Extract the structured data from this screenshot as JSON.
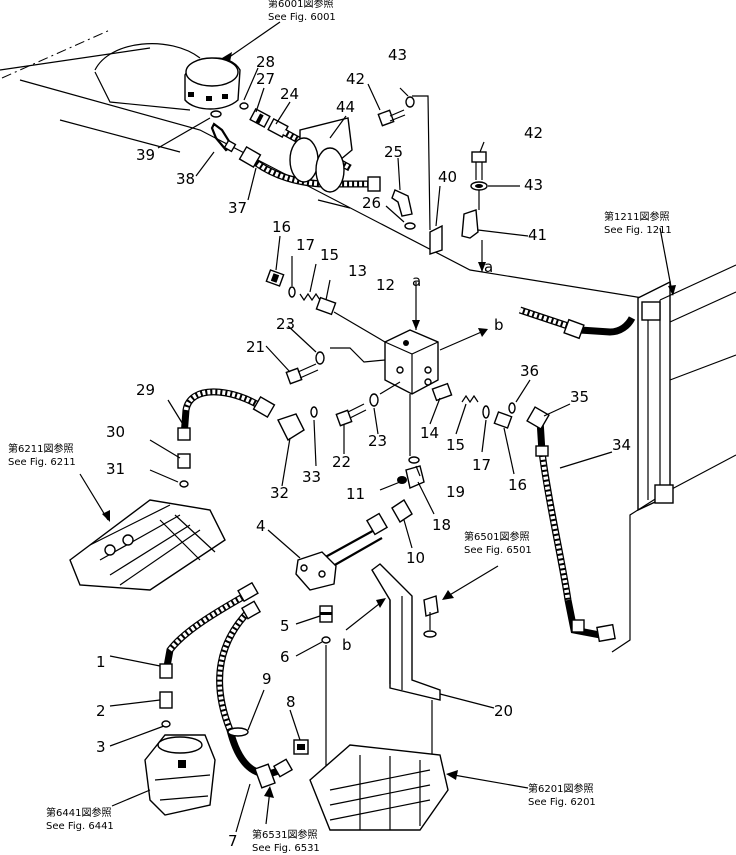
{
  "references": [
    {
      "id": "ref6001",
      "jp": "第6001図参照",
      "en": "See Fig. 6001"
    },
    {
      "id": "ref1211",
      "jp": "第1211図参照",
      "en": "See Fig. 1211"
    },
    {
      "id": "ref6211",
      "jp": "第6211図参照",
      "en": "See Fig. 6211"
    },
    {
      "id": "ref6501",
      "jp": "第6501図参照",
      "en": "See Fig. 6501"
    },
    {
      "id": "ref6441",
      "jp": "第6441図参照",
      "en": "See Fig. 6441"
    },
    {
      "id": "ref6531",
      "jp": "第6531図参照",
      "en": "See Fig. 6531"
    },
    {
      "id": "ref6201",
      "jp": "第6201図参照",
      "en": "See Fig. 6201"
    }
  ],
  "part_labels": [
    "1",
    "2",
    "3",
    "4",
    "5",
    "6",
    "7",
    "8",
    "9",
    "10",
    "11",
    "12",
    "13",
    "14",
    "15",
    "15",
    "16",
    "16",
    "17",
    "17",
    "18",
    "19",
    "20",
    "21",
    "22",
    "23",
    "23",
    "24",
    "25",
    "26",
    "27",
    "28",
    "29",
    "30",
    "31",
    "32",
    "33",
    "34",
    "35",
    "36",
    "37",
    "38",
    "39",
    "40",
    "41",
    "42",
    "42",
    "43",
    "43",
    "44"
  ],
  "flow_labels": [
    "a",
    "a",
    "b",
    "b"
  ]
}
